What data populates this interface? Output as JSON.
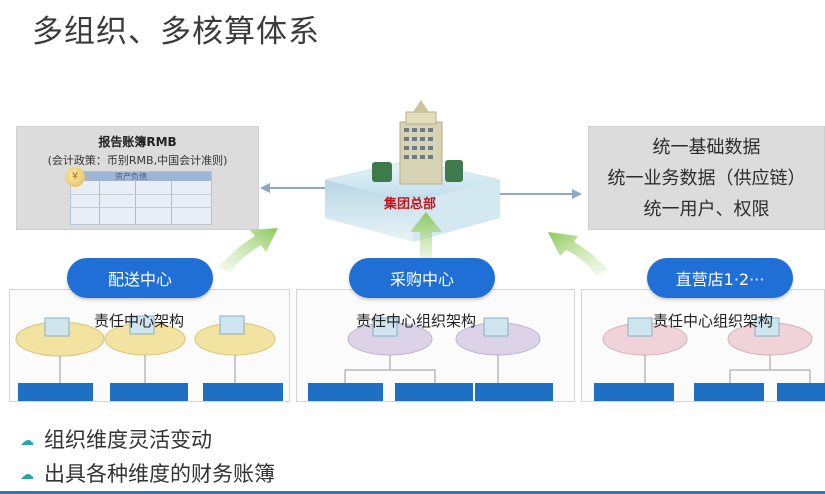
{
  "title": "多组织、多核算体系",
  "report_box": {
    "title": "报告账簿RMB",
    "subtitle": "(会计政策：币别RMB,中国会计准则)",
    "sheet_label": "资产负债"
  },
  "hq": {
    "label": "集团总部"
  },
  "unified_box": {
    "lines": [
      "统一基础数据",
      "统一业务数据（供应链）",
      "统一用户、权限"
    ]
  },
  "panels": [
    {
      "pill": "配送中心",
      "caption": "责任中心架构"
    },
    {
      "pill": "采购中心",
      "caption": "责任中心组织架构"
    },
    {
      "pill": "直营店1·2···",
      "caption": "责任中心组织架构"
    }
  ],
  "bullets": [
    "组织维度灵活变动",
    "出具各种维度的财务账簿"
  ],
  "colors": {
    "pill_blue": "#1f6fd6",
    "box_blue": "#1f6fc3",
    "hq_red": "#c2161f",
    "arrow_green": "#9fcf6e",
    "bullet_teal": "#27a6a6"
  }
}
